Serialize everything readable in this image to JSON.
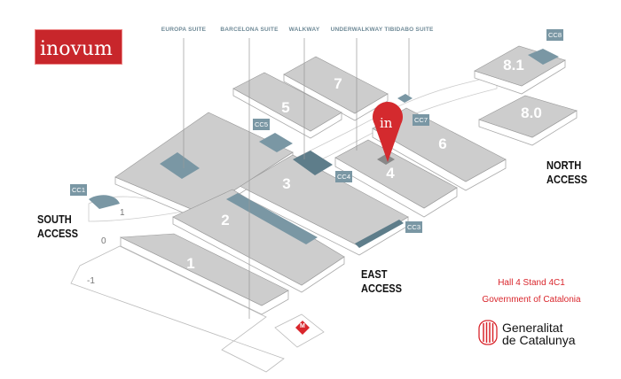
{
  "brand": {
    "logo_text": "inovum",
    "pin_text": "in"
  },
  "top_labels": [
    "EUROPA SUITE",
    "BARCELONA SUITE",
    "WALKWAY",
    "UNDERWALKWAY",
    "TIBIDABO SUITE"
  ],
  "halls": [
    "1",
    "2",
    "3",
    "4",
    "5",
    "6",
    "7",
    "8.0",
    "8.1"
  ],
  "congress_centres": [
    "CC1",
    "CC3",
    "CC4",
    "CC5",
    "CC7",
    "CC8"
  ],
  "levels": [
    "1",
    "0",
    "-1"
  ],
  "accesses": {
    "south": [
      "SOUTH",
      "ACCESS"
    ],
    "north": [
      "NORTH",
      "ACCESS"
    ],
    "east": [
      "EAST",
      "ACCESS"
    ]
  },
  "metro_label": "M",
  "info": {
    "stand": "Hall 4 Stand 4C1",
    "organisation": "Government of Catalonia"
  },
  "sponsor_logo": {
    "line1": "Generalitat",
    "line2": "de Catalunya"
  },
  "colors": {
    "brand_red": "#c8262b",
    "hall_gray": "#cdcdcd",
    "suite_blue": "#7a97a4"
  }
}
